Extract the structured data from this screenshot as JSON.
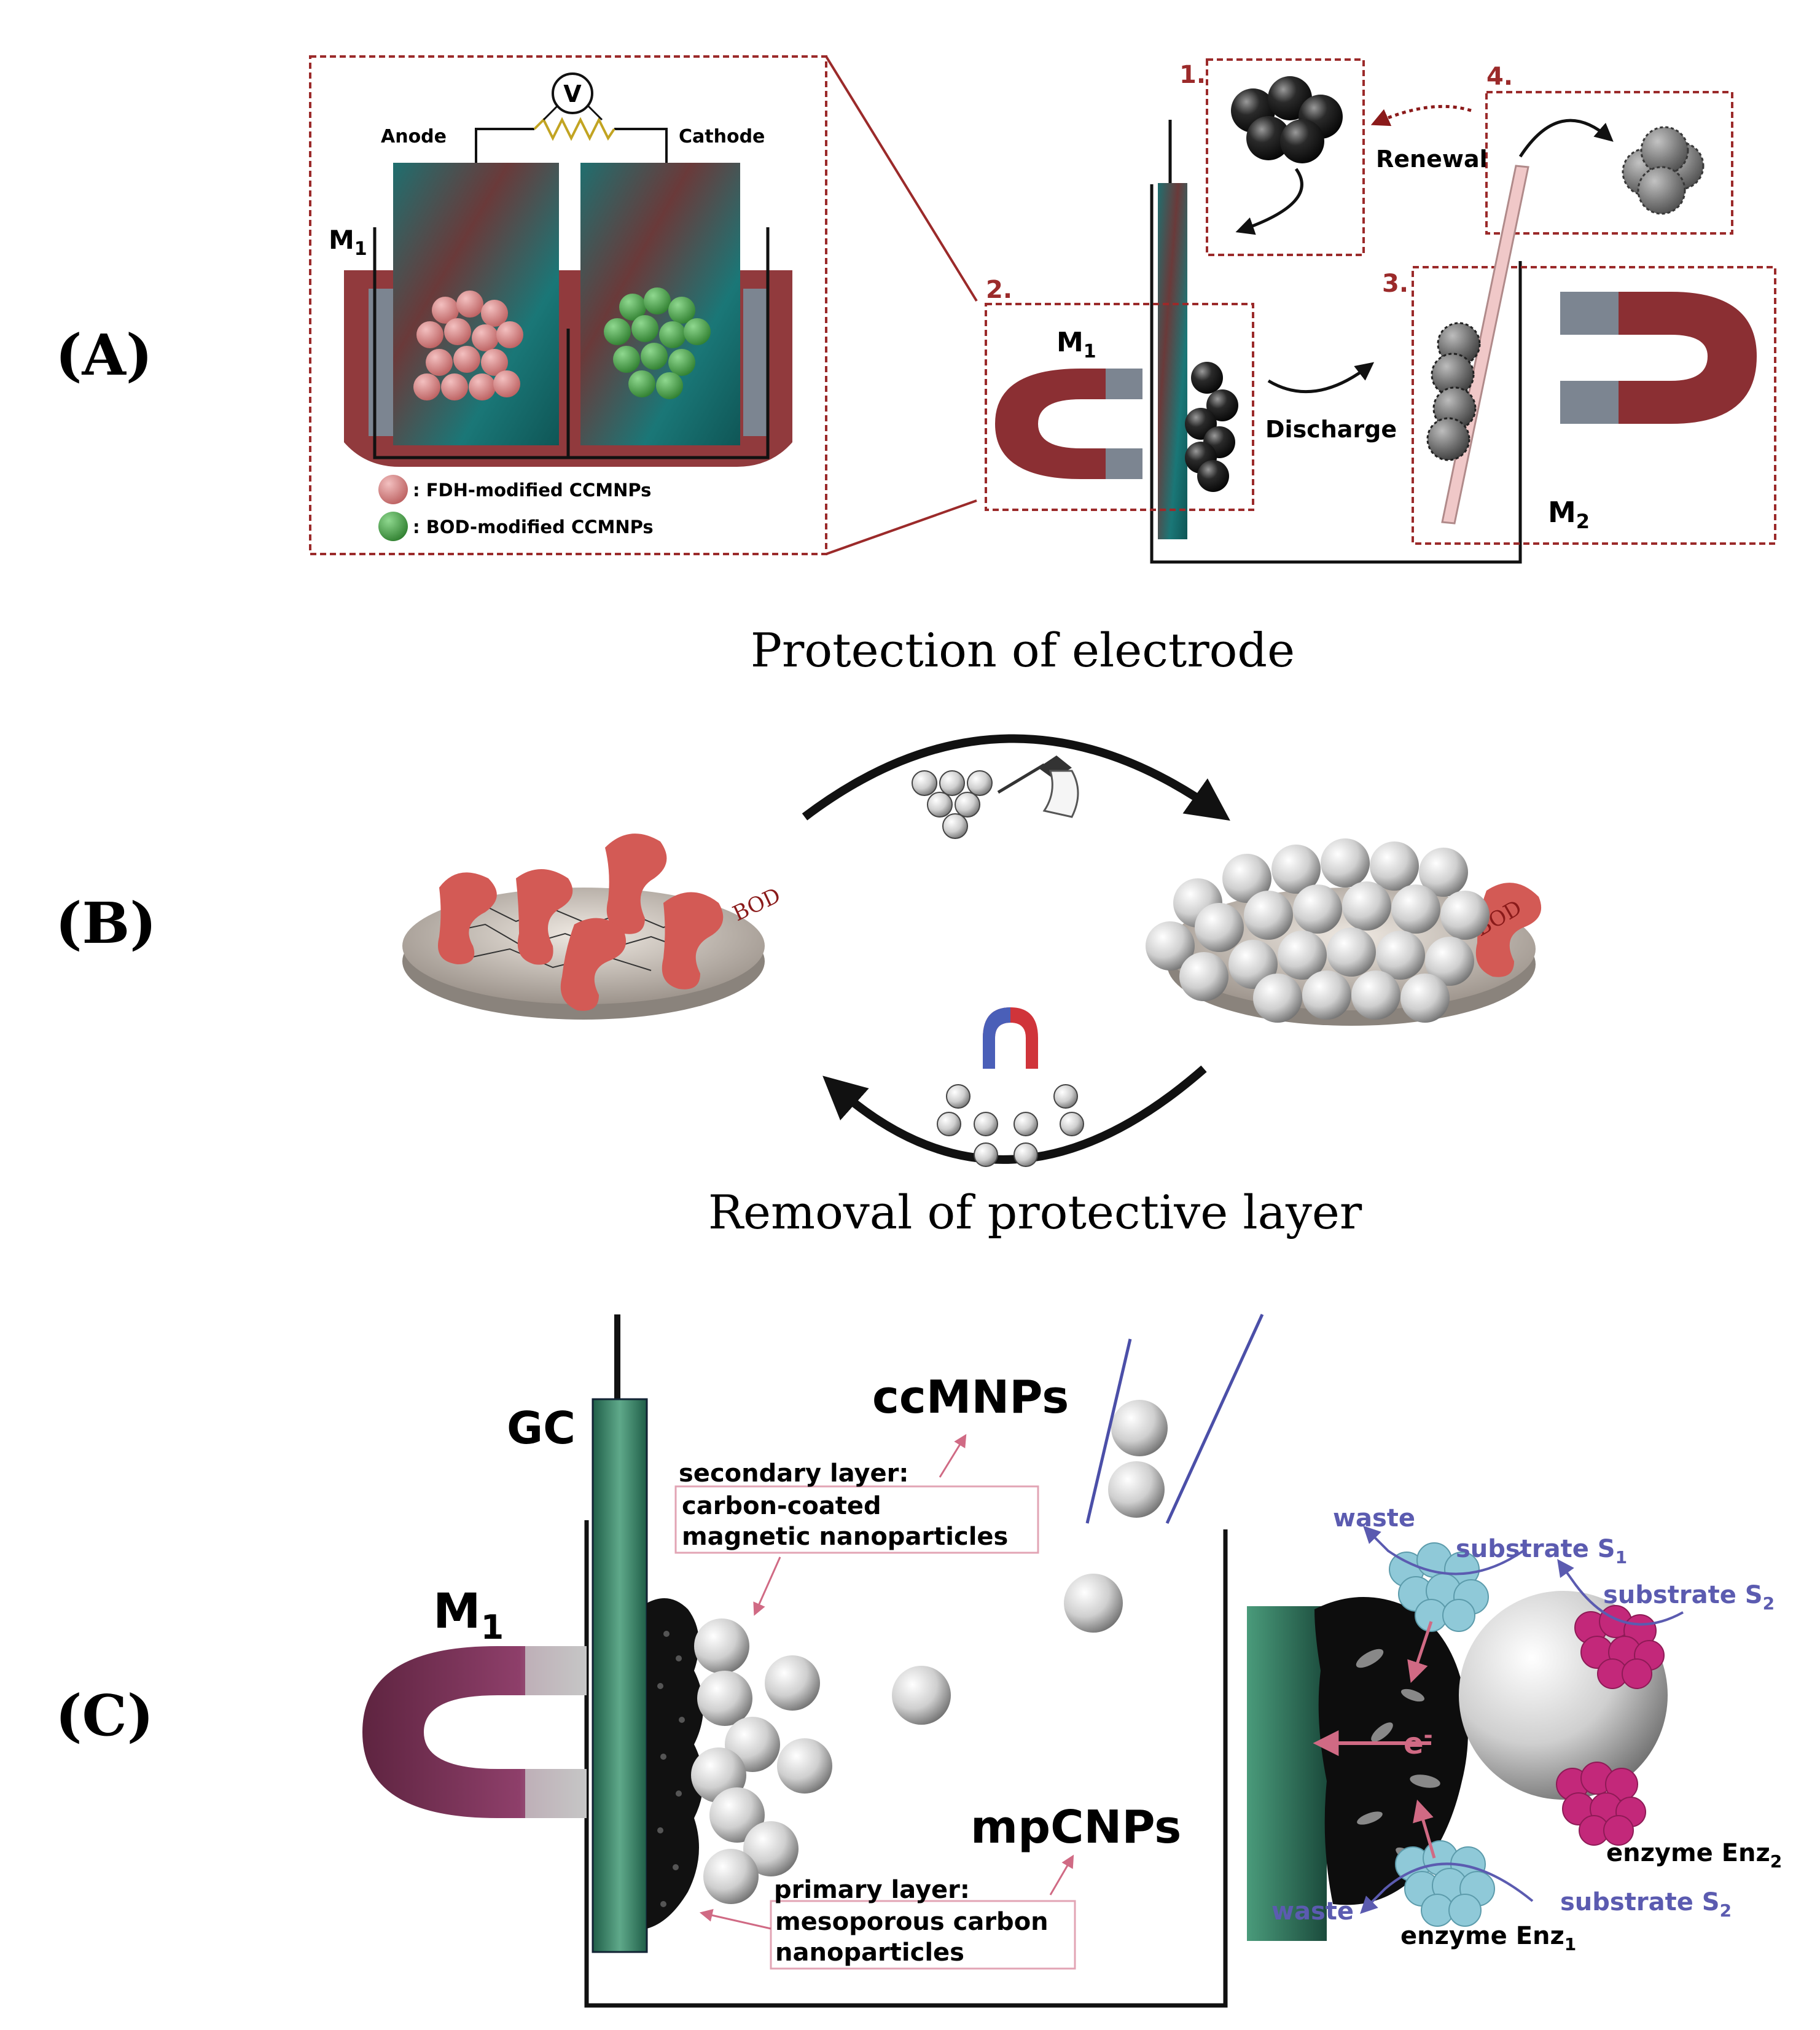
{
  "panels": {
    "a": {
      "label": "(A)",
      "voltmeter": "V",
      "anode": "Anode",
      "cathode": "Cathode",
      "magnet_left": "M",
      "magnet_left_sub": "1",
      "legend_fdh": ": FDH-modified CCMNPs",
      "legend_bod": ": BOD-modified CCMNPs",
      "step1": "1.",
      "step2": "2.",
      "step3": "3.",
      "step4": "4.",
      "renewal": "Renewal",
      "discharge": "Discharge",
      "m1": "M",
      "m1_sub": "1",
      "m2": "M",
      "m2_sub": "2"
    },
    "b": {
      "label": "(B)",
      "top_caption": "Protection of electrode",
      "bottom_caption": "Removal of protective layer",
      "bod_left": "BOD",
      "bod_right": "BOD"
    },
    "c": {
      "label": "(C)",
      "gc": "GC",
      "ccmnps": "ccMNPs",
      "mpcnps": "mpCNPs",
      "m1": "M",
      "m1_sub": "1",
      "secondary_1": "secondary layer:",
      "secondary_2": "carbon-coated",
      "secondary_3": "magnetic nanoparticles",
      "primary_1": "primary layer:",
      "primary_2": "mesoporous carbon",
      "primary_3": "nanoparticles",
      "waste_top": "waste",
      "waste_bottom": "waste",
      "substrate_s1": "substrate S",
      "substrate_s1_sub": "1",
      "substrate_s2_top": "substrate S",
      "substrate_s2_top_sub": "2",
      "substrate_s2_bottom": "substrate S",
      "substrate_s2_bottom_sub": "2",
      "enzyme_enz2": "enzyme Enz",
      "enzyme_enz2_sub": "2",
      "enzyme_enz1": "enzyme Enz",
      "enzyme_enz1_sub": "1",
      "electron": "e",
      "electron_sup": "-"
    }
  },
  "colors": {
    "frame_red": "#9b2a2a",
    "magnet_red": "#8b2f33",
    "magnet_pole": "#7c8591",
    "electrode_teal": "#1d6e6e",
    "electrode_green": "#2f7d62",
    "fdh_pink": "#d88080",
    "bod_green": "#3c9a3c",
    "enzyme_blue": "#8fc9d8",
    "enzyme_magenta": "#c3287a",
    "label_blue": "#5b5bb0",
    "arrow_pink": "#d06a84"
  }
}
